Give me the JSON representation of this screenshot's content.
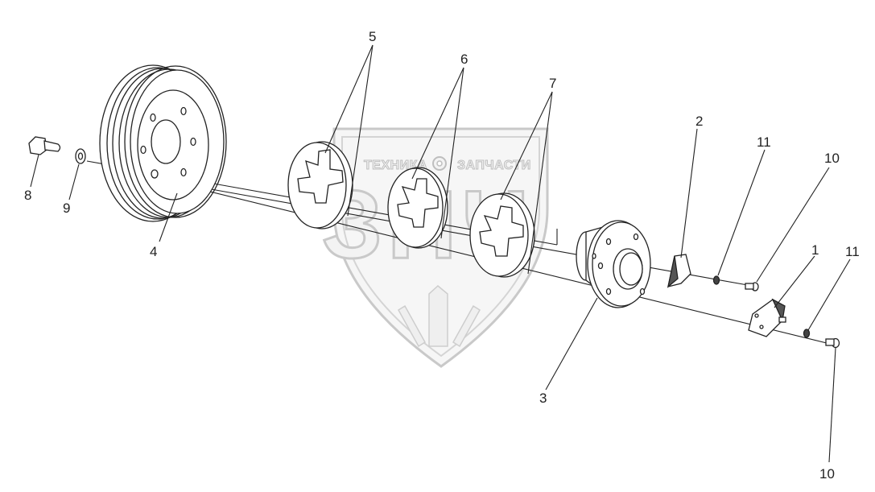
{
  "watermark": {
    "left_text": "ТЕХНИКА",
    "right_text": "ЗАПЧАСТИ",
    "big_text": "ЗПЧ"
  },
  "callouts": {
    "c1": "1",
    "c2": "2",
    "c3": "3",
    "c4": "4",
    "c5": "5",
    "c6": "6",
    "c7": "7",
    "c8": "8",
    "c9": "9",
    "c10a": "10",
    "c10b": "10",
    "c11a": "11",
    "c11b": "11"
  },
  "colors": {
    "line": "#222222",
    "watermark_fill": "#f2f2f2",
    "watermark_stroke": "#c0c0c0",
    "part_fill": "#ffffff",
    "dark_fill": "#555555"
  }
}
